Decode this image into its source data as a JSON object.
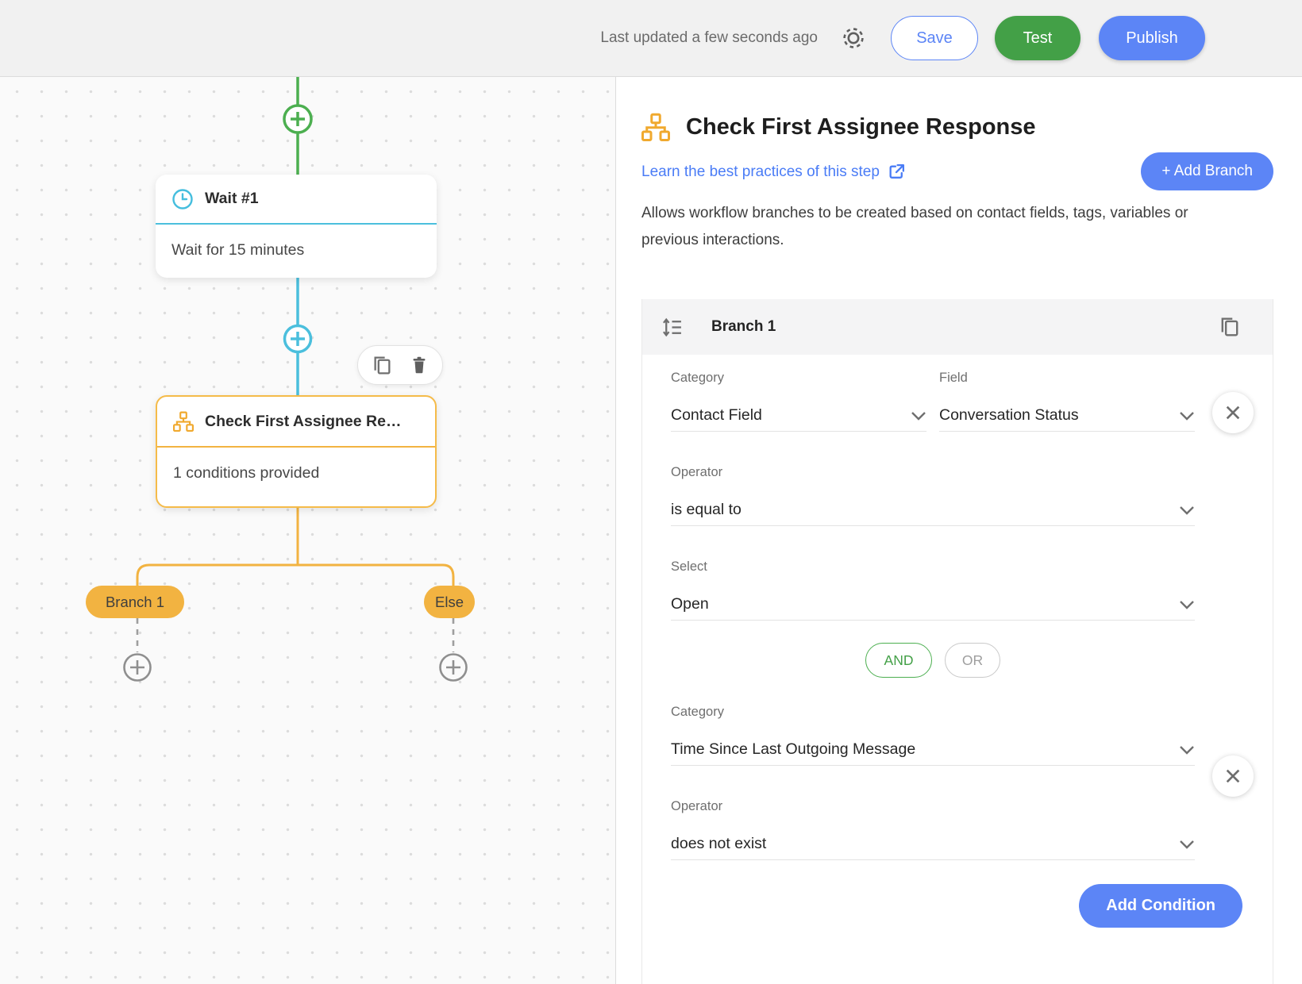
{
  "topbar": {
    "last_updated": "Last updated a few seconds ago",
    "save_label": "Save",
    "test_label": "Test",
    "publish_label": "Publish"
  },
  "canvas": {
    "wait_node": {
      "title": "Wait #1",
      "body": "Wait for 15 minutes"
    },
    "check_node": {
      "title": "Check First Assignee Re…",
      "body": "1 conditions provided"
    },
    "branch_pill_label": "Branch 1",
    "else_pill_label": "Else"
  },
  "panel": {
    "title": "Check First Assignee Response",
    "learn_link": "Learn the best practices of this step",
    "add_branch_label": "+ Add Branch",
    "description": "Allows workflow branches to be created based on contact fields, tags, variables or previous interactions.",
    "card": {
      "header": "Branch 1",
      "conditions": [
        {
          "category_label": "Category",
          "category_value": "Contact Field",
          "field_label": "Field",
          "field_value": "Conversation Status",
          "operator_label": "Operator",
          "operator_value": "is equal to",
          "select_label": "Select",
          "select_value": "Open"
        },
        {
          "category_label": "Category",
          "category_value": "Time Since Last Outgoing Message",
          "operator_label": "Operator",
          "operator_value": "does not exist"
        }
      ],
      "and_label": "AND",
      "or_label": "OR",
      "add_condition_label": "Add Condition"
    }
  },
  "icons": {
    "gear": "settings-gear",
    "clock": "wait-clock",
    "sitemap": "branch-hierarchy",
    "copy": "duplicate",
    "trash": "delete",
    "reorder": "drag-reorder",
    "external_link": "open-in-new",
    "close": "remove-condition",
    "chevron_down": "dropdown-arrow",
    "plus": "add-step"
  },
  "colors": {
    "accent_blue": "#5c85f6",
    "link_blue": "#4a7cf6",
    "green": "#43a047",
    "teal": "#4bbfdd",
    "orange": "#f2b341",
    "topbar_bg": "#f1f1f1",
    "canvas_bg": "#fafafa"
  }
}
